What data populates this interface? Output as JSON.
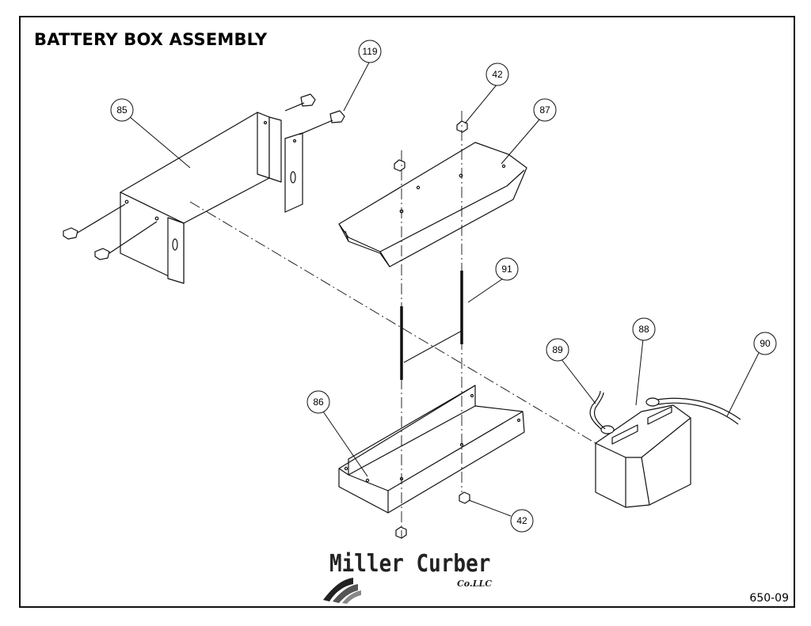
{
  "title": "BATTERY BOX ASSEMBLY",
  "drawing_number": "650-09",
  "logo": {
    "name": "Miller Curber",
    "suffix": "Co.LLC"
  },
  "callouts": {
    "c85": "85",
    "c119": "119",
    "c42_top": "42",
    "c87": "87",
    "c91": "91",
    "c88": "88",
    "c89": "89",
    "c90": "90",
    "c86": "86",
    "c42_bottom": "42"
  }
}
